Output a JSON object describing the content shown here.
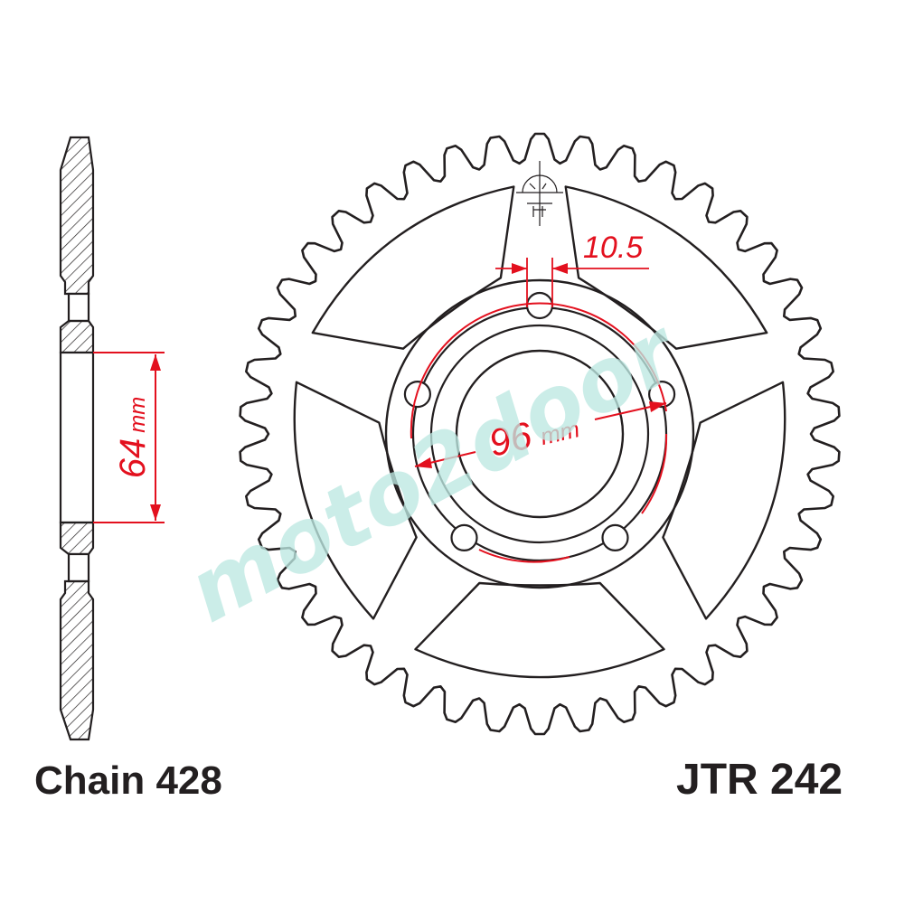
{
  "diagram": {
    "chain_label": "Chain 428",
    "part_number": "JTR 242",
    "hub_dimension": "64",
    "hub_dimension_unit": "mm",
    "bolt_circle": "96",
    "bolt_circle_unit": "mm",
    "bolt_hole_diameter": "10.5",
    "watermark": "moto2door",
    "tooth_count": 42,
    "bolt_holes": 5,
    "lightening_windows": 5
  },
  "colors": {
    "outline": "#231f20",
    "dimension": "#e3101e",
    "watermark": "#bde8e2",
    "background": "#ffffff"
  }
}
